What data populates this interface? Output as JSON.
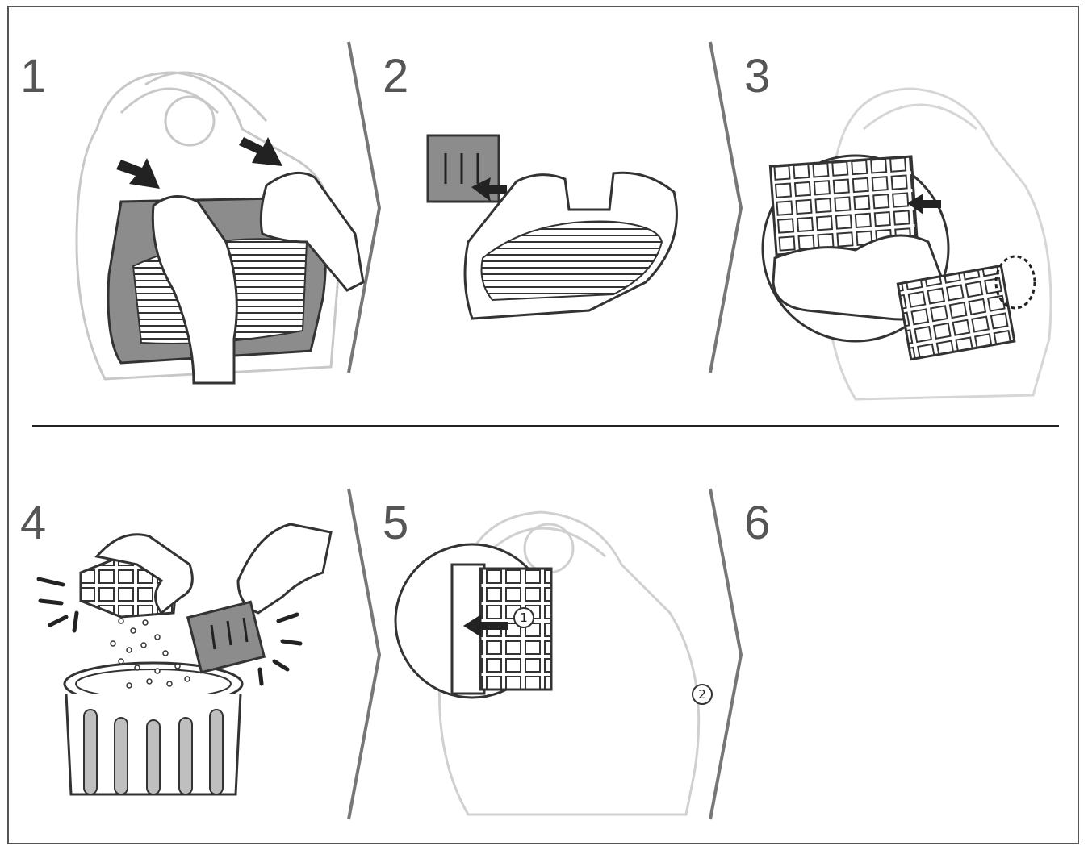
{
  "steps": [
    {
      "number": "1"
    },
    {
      "number": "2"
    },
    {
      "number": "3"
    },
    {
      "number": "4"
    },
    {
      "number": "5"
    },
    {
      "number": "6"
    }
  ],
  "callouts": {
    "one": "1",
    "two": "2"
  },
  "icons": [
    "arrow-icon",
    "hand-icon",
    "filter-icon",
    "trash-can-icon",
    "dashed-circle-icon",
    "vacuum-cleaner-icon"
  ],
  "colors": {
    "line": "#333333",
    "light_line": "#c8c8c8",
    "gray_fill": "#8c8c8c",
    "divider": "#777777"
  }
}
